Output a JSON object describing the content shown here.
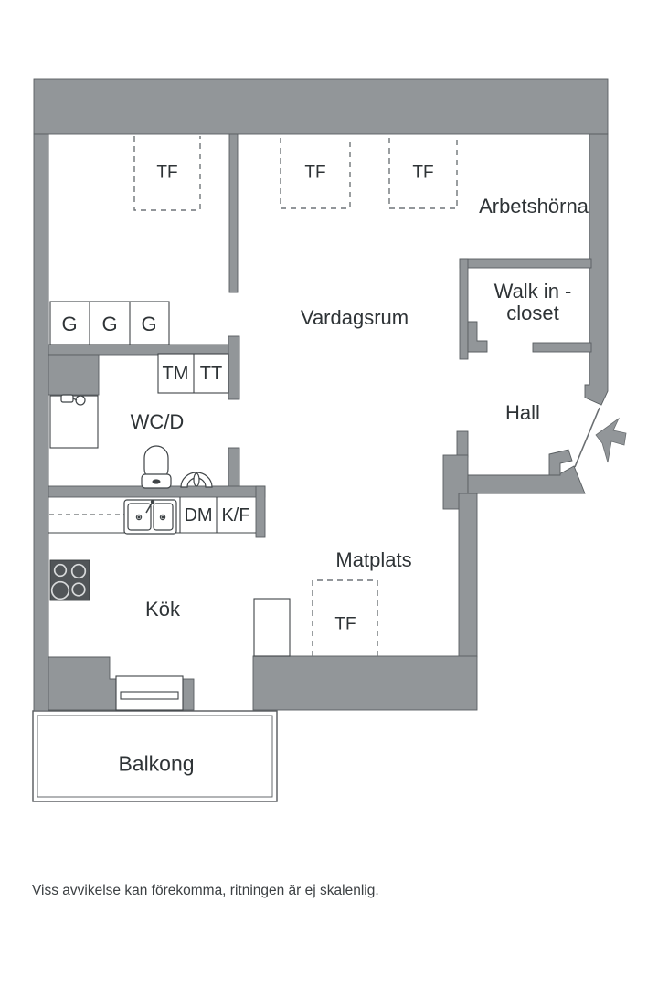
{
  "meta": {
    "type": "floor-plan",
    "language": "Swedish"
  },
  "colors": {
    "wall_fill": "#929699",
    "wall_edge": "#595e61",
    "line": "#3f4447",
    "dash": "#6f7478",
    "text": "#2e3336",
    "stove_fill": "#515558",
    "burner_ring": "#d8dadb",
    "background": "#ffffff"
  },
  "labels": {
    "bedroom_tf": "TF",
    "living_tf1": "TF",
    "living_tf2": "TF",
    "dining_tf": "TF",
    "work_corner": "Arbetshörna",
    "walk_in_closet_line1": "Walk in -",
    "walk_in_closet_line2": "closet",
    "living_room": "Vardagsrum",
    "hall": "Hall",
    "bathroom": "WC/D",
    "wardrobe1": "G",
    "wardrobe2": "G",
    "wardrobe3": "G",
    "washing_machine": "TM",
    "tumble_dryer": "TT",
    "dishwasher": "DM",
    "fridge_freezer": "K/F",
    "kitchen": "Kök",
    "dining_area": "Matplats",
    "balcony": "Balkong"
  },
  "footer": {
    "disclaimer": "Viss avvikelse kan förekomma, ritningen är ej skalenlig."
  }
}
